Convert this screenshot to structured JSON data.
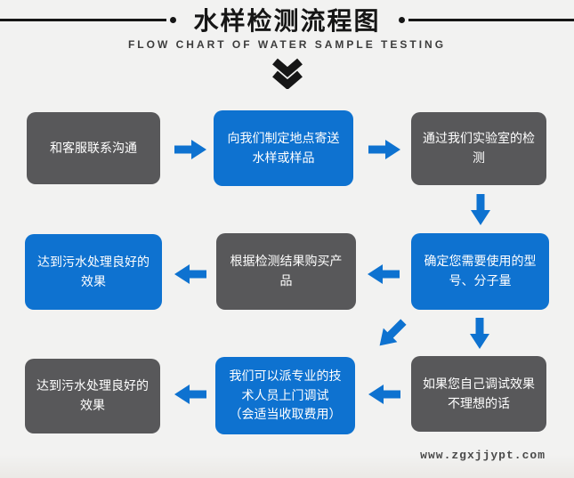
{
  "header": {
    "title": "水样检测流程图",
    "subtitle": "FLOW CHART OF WATER SAMPLE TESTING"
  },
  "colors": {
    "blue": "#0e72d0",
    "gray": "#58585a",
    "bg": "#f2f2f1",
    "ink": "#161616"
  },
  "icons": {
    "double_chevron_down": "double chevron pointing down",
    "flow_arrow": "solid flow arrow (right / left / down / diagonal down-left)"
  },
  "steps": [
    {
      "variant": "gray",
      "text": "和客服联系沟通"
    },
    {
      "variant": "blue",
      "text": "向我们制定地点寄送\n水样或样品"
    },
    {
      "variant": "gray",
      "text": "通过我们实验室的检\n测"
    },
    {
      "variant": "blue",
      "text": "达到污水处理良好的\n效果"
    },
    {
      "variant": "gray",
      "text": "根据检测结果购买产\n品"
    },
    {
      "variant": "blue",
      "text": "确定您需要使用的型\n号、分子量"
    },
    {
      "variant": "gray",
      "text": "达到污水处理良好的\n效果"
    },
    {
      "variant": "blue",
      "text": "我们可以派专业的技\n术人员上门调试\n（会适当收取费用）"
    },
    {
      "variant": "gray",
      "text": "如果您自己调试效果\n不理想的话"
    }
  ],
  "footer": {
    "website": "www.zgxjjypt.com"
  }
}
